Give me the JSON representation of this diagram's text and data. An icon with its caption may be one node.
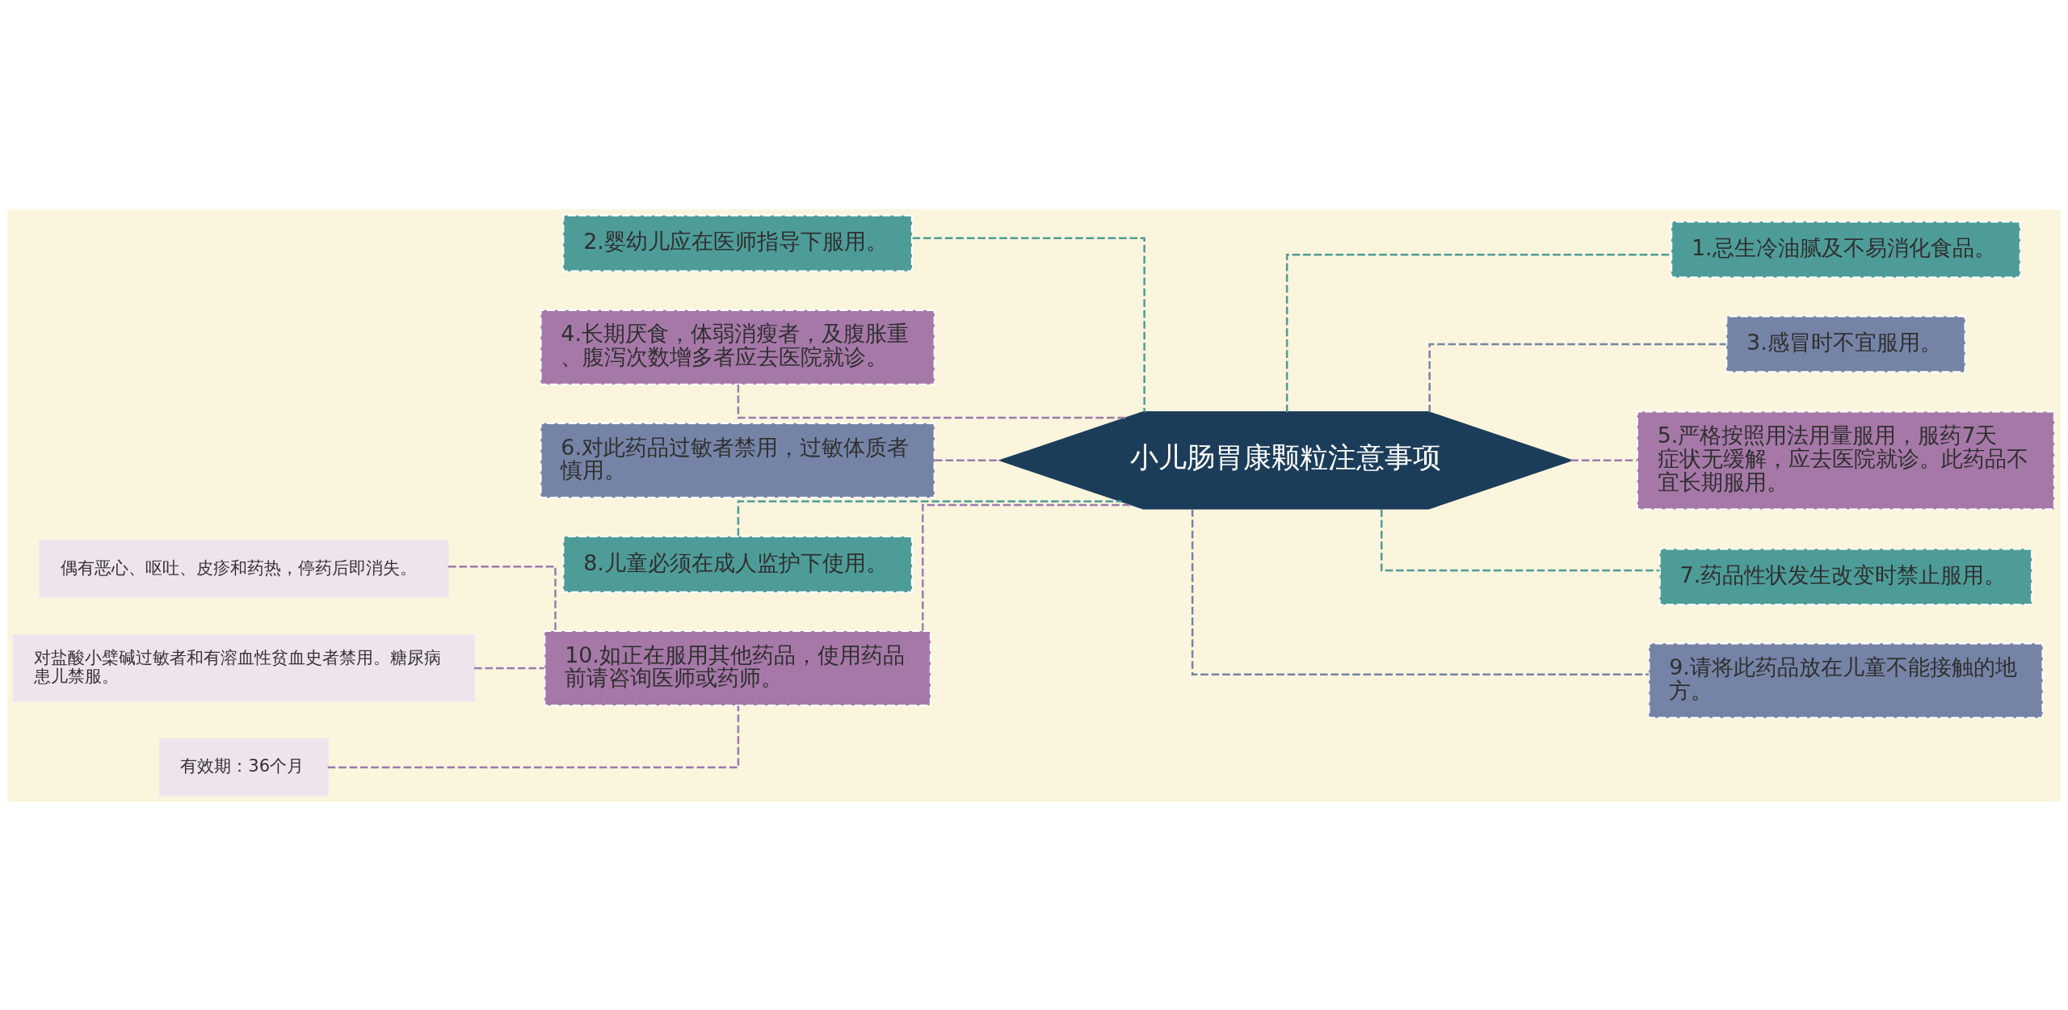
{
  "diagram": {
    "nodes": [
      {
        "text": [
          "小儿肠胃康颗粒注意事项"
        ]
      },
      {
        "text": [
          "2.婴幼儿应在医师指导下服用。"
        ]
      },
      {
        "text": [
          "4.长期厌食，体弱消瘦者，及腹胀重、腹泻次数增多者应去医院就诊。"
        ]
      },
      {
        "text": [
          "6.对此药品过敏者禁用，过敏体质者慎用。"
        ]
      },
      {
        "text": [
          "8.儿童必须在成人监护下使用。"
        ]
      },
      {
        "text": [
          "10.如正在服用其他药品，使用药品前请咨询医师或药师。"
        ]
      },
      {
        "text": [
          "偶有恶心、呕吐、皮疹和药热，停药后即消失。"
        ]
      },
      {
        "text": [
          "对盐酸小檗碱过敏者和有溶血性贫血史者禁用。糖尿病患儿禁服。"
        ]
      },
      {
        "text": [
          "有效期：36个月"
        ]
      },
      {
        "text": [
          "1.忌生冷油腻及不易消化食品。"
        ]
      },
      {
        "text": [
          "3.感冒时不宜服用。"
        ]
      },
      {
        "text": [
          "5.严格按照用法用量服用，服药7天症状无缓解，应去医院就诊。此药品不宜长期服用。"
        ]
      },
      {
        "text": [
          "7.药品性状发生改变时禁止服用。"
        ]
      },
      {
        "text": [
          "9.请将此药品放在儿童不能接触的地方。"
        ]
      }
    ],
    "edges": [
      {
        "from": 0,
        "to": 1,
        "arrow": "none",
        "style": "dashed",
        "color": "#4e9c98"
      },
      {
        "from": 0,
        "to": 2,
        "arrow": "none",
        "style": "dashed",
        "color": "#9b7bb0"
      },
      {
        "from": 0,
        "to": 3,
        "arrow": "none",
        "style": "dashed",
        "color": "#9b7bb0"
      },
      {
        "from": 0,
        "to": 4,
        "arrow": "none",
        "style": "dashed",
        "color": "#4e9c98"
      },
      {
        "from": 0,
        "to": 5,
        "arrow": "none",
        "style": "dashed",
        "color": "#9b7bb0"
      },
      {
        "from": 5,
        "to": 6,
        "arrow": "none",
        "style": "dashed",
        "color": "#9b7bb0"
      },
      {
        "from": 5,
        "to": 7,
        "arrow": "none",
        "style": "dashed",
        "color": "#9b7bb0"
      },
      {
        "from": 5,
        "to": 8,
        "arrow": "none",
        "style": "dashed",
        "color": "#9b7bb0"
      },
      {
        "from": 0,
        "to": 9,
        "arrow": "none",
        "style": "dashed",
        "color": "#4e9c98"
      },
      {
        "from": 0,
        "to": 10,
        "arrow": "none",
        "style": "dashed",
        "color": "#7584a6"
      },
      {
        "from": 0,
        "to": 11,
        "arrow": "none",
        "style": "dashed",
        "color": "#9b7bb0"
      },
      {
        "from": 0,
        "to": 12,
        "arrow": "none",
        "style": "dashed",
        "color": "#4e9c98"
      },
      {
        "from": 0,
        "to": 13,
        "arrow": "none",
        "style": "dashed",
        "color": "#7584a6"
      }
    ]
  }
}
